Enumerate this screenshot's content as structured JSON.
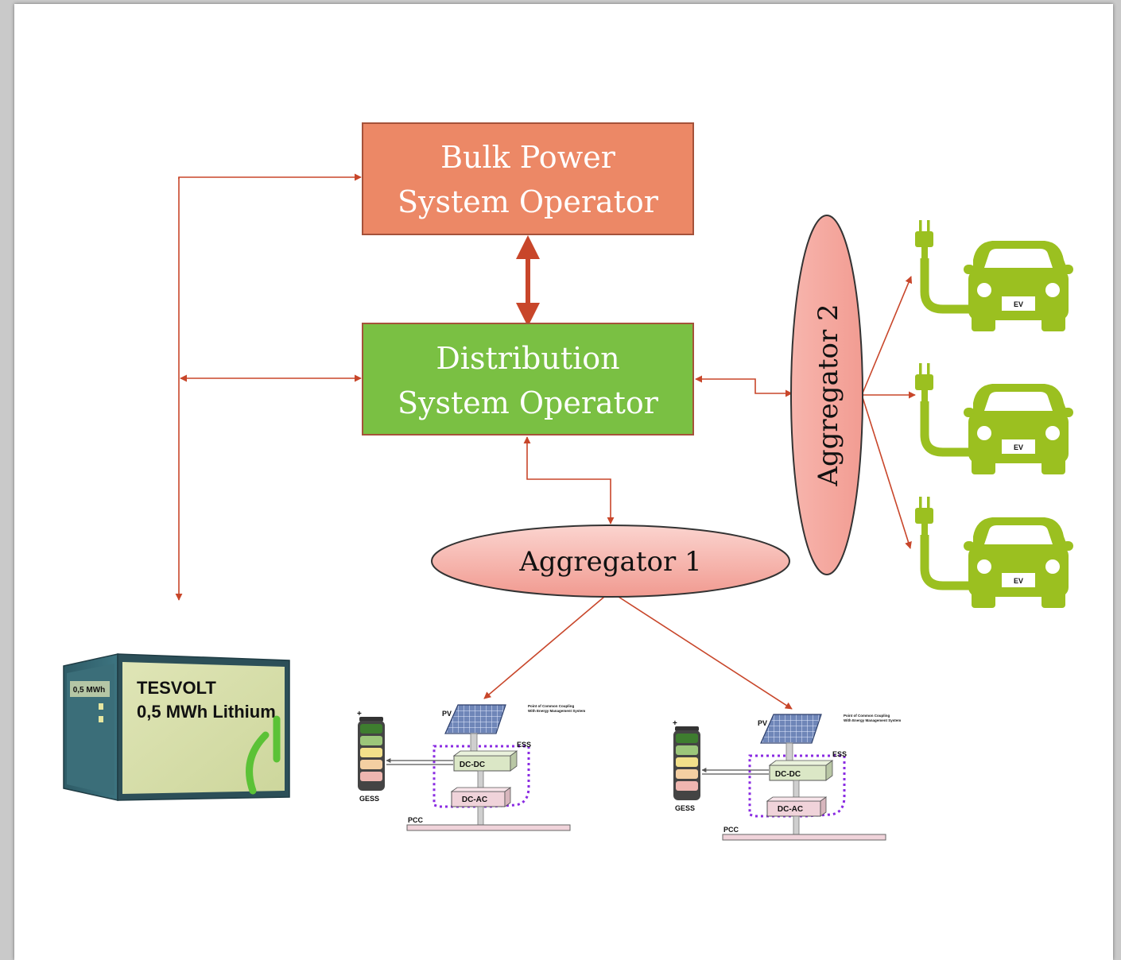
{
  "nodes": {
    "bulk": {
      "line1": "Bulk Power",
      "line2": "System Operator"
    },
    "dso": {
      "line1": "Distribution",
      "line2": "System Operator"
    },
    "aggregator1": {
      "label": "Aggregator 1"
    },
    "aggregator2": {
      "label": "Aggregator 2"
    }
  },
  "ev_label": "EV",
  "container": {
    "capacity_tag": "0,5 MWh",
    "brand": "TESVOLT",
    "product": "0,5 MWh Lithium"
  },
  "microgrid": {
    "pv": "PV",
    "dcdc": "DC-DC",
    "dcac": "DC-AC",
    "ess": "ESS",
    "gess": "GESS",
    "pcc": "PCC",
    "plus": "+",
    "note_line1": "Point of Common Coupling",
    "note_line2": "With Energy Management System"
  },
  "colors": {
    "bulk_fill": "#ec8866",
    "dso_fill": "#7ac043",
    "aggregator_fill": "#f5a39b",
    "arrow": "#c8462a",
    "ev_green": "#9bc020",
    "ess_border": "#8a2be2"
  }
}
